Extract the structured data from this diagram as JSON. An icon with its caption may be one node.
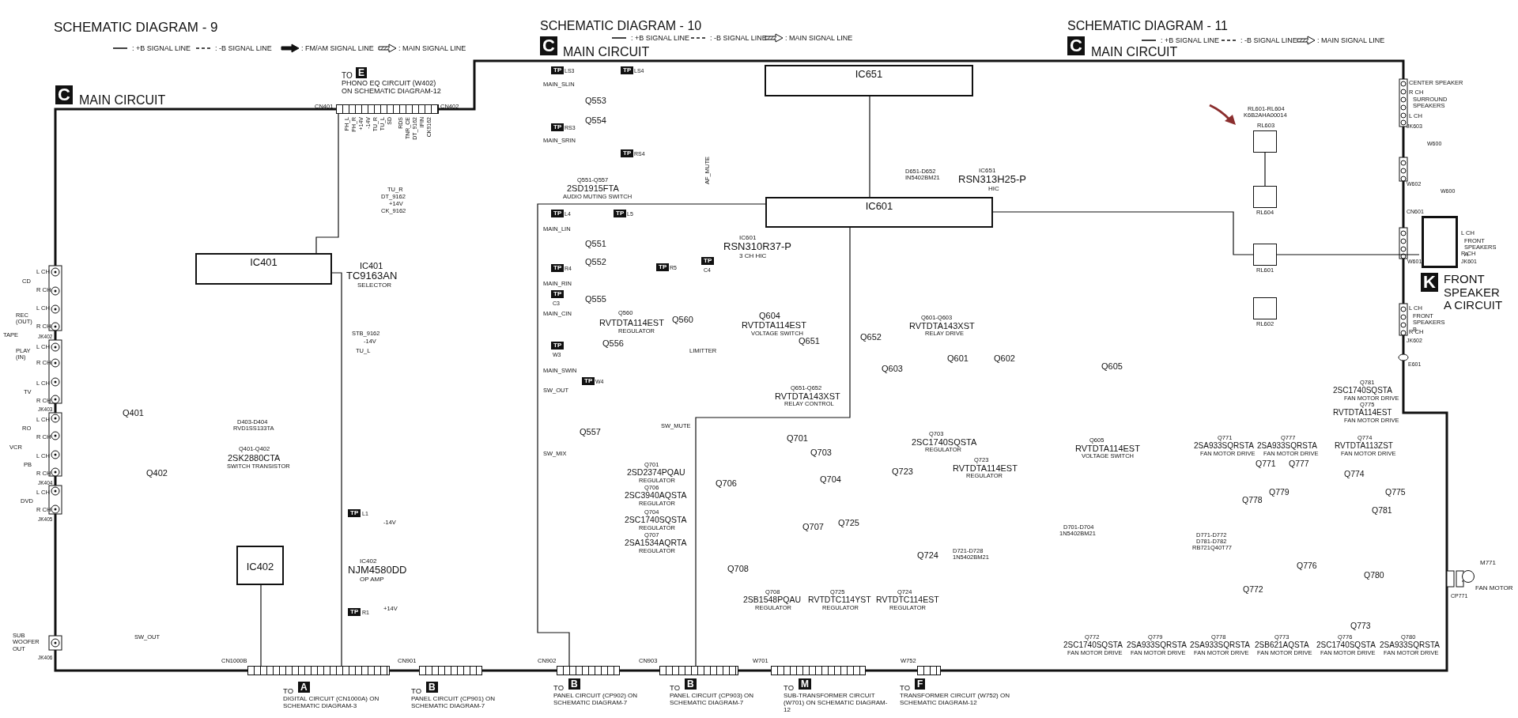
{
  "diagram": {
    "nodes": [
      {
        "text": [
          "IC401"
        ],
        "beside": [
          "IC401",
          "TC9163AN",
          "SELECTOR"
        ]
      },
      {
        "text": [
          "IC402"
        ],
        "beside": [
          "IC402",
          "NJM4580DD",
          "OP AMP"
        ]
      },
      {
        "text": [
          "IC651"
        ],
        "beside": [
          "IC651",
          "RSN313H25-P",
          "HIC"
        ]
      },
      {
        "text": [
          "IC601"
        ],
        "beside": [
          "IC601",
          "RSN310R37-P",
          "3 CH HIC"
        ]
      },
      {
        "text": [],
        "shape": "bar",
        "beside": [
          "CN401",
          "CN402",
          "PHONO EQ CIRCUIT (W402) ON SCHEMATIC DIAGRAM-12",
          "PH_L",
          "PH_R",
          "+14V",
          "-14V",
          "TU_R",
          "TU_L",
          "SD",
          "RDS",
          "TNR_CE",
          "DT_9162",
          "IFIN",
          "CK9162"
        ]
      },
      {
        "text": [],
        "shape": "bar",
        "beside": [
          "CN1000B",
          "DIGITAL CIRCUIT (CN1000A) ON SCHEMATIC DIAGRAM-3"
        ]
      },
      {
        "text": [],
        "shape": "bar",
        "beside": [
          "CN901",
          "PANEL CIRCUIT (CP901) ON SCHEMATIC DIAGRAM-7"
        ]
      },
      {
        "text": [],
        "shape": "bar",
        "beside": [
          "CN902",
          "PANEL CIRCUIT (CP902) ON SCHEMATIC DIAGRAM-7"
        ]
      },
      {
        "text": [],
        "shape": "bar",
        "beside": [
          "CN903",
          "PANEL CIRCUIT (CP903) ON SCHEMATIC DIAGRAM-7"
        ]
      },
      {
        "text": [],
        "shape": "bar",
        "beside": [
          "W701",
          "SUB-TRANSFORMER CIRCUIT (W701) ON SCHEMATIC DIAGRAM-12"
        ]
      },
      {
        "text": [],
        "shape": "bar",
        "beside": [
          "W752",
          "TRANSFORMER CIRCUIT (W752) ON SCHEMATIC DIAGRAM-12"
        ]
      },
      {
        "text": [],
        "shape": "box",
        "beside": [
          "RL603",
          "RL601-RL604",
          "K6B2AHA00014"
        ]
      },
      {
        "text": [],
        "shape": "box",
        "beside": [
          "RL604"
        ]
      },
      {
        "text": [],
        "shape": "box",
        "beside": [
          "RL601"
        ]
      },
      {
        "text": [],
        "shape": "box",
        "beside": [
          "RL602"
        ]
      },
      {
        "text": [
          "FRONT SPEAKER A CIRCUIT"
        ]
      },
      {
        "text": [],
        "shape": "circle",
        "beside": [
          "M771",
          "FAN MOTOR",
          "CP771"
        ]
      }
    ],
    "edges": [
      {
        "from": 4,
        "to": 0,
        "arrow": "none"
      },
      {
        "from": 1,
        "to": 5,
        "arrow": "none"
      },
      {
        "from": 0,
        "to": 5,
        "arrow": "none"
      },
      {
        "from": 3,
        "to": 7,
        "arrow": "none"
      },
      {
        "from": 3,
        "to": 8,
        "arrow": "none"
      },
      {
        "from": 2,
        "to": 3,
        "arrow": "none"
      },
      {
        "from": 11,
        "to": 12,
        "arrow": "none"
      },
      {
        "from": 13,
        "to": 15,
        "arrow": "none"
      },
      {
        "from": 3,
        "to": 13,
        "arrow": "none"
      }
    ],
    "labels": [
      "SCHEMATIC DIAGRAM - 9",
      "C",
      "MAIN CIRCUIT",
      "TO",
      "E",
      "SCHEMATIC DIAGRAM - 10",
      "C",
      "MAIN CIRCUIT",
      "SCHEMATIC DIAGRAM - 11",
      "C",
      "MAIN CIRCUIT",
      "TU_R",
      "DT_9162",
      "+14V",
      "CK_9162",
      "STB_9162",
      "-14V",
      "TU_L",
      "CD",
      "L CH",
      "R CH",
      "REC (OUT)",
      "L CH",
      "R CH",
      "TAPE",
      "JK402",
      "PLAY (IN)",
      "L CH",
      "R CH",
      "TV",
      "L CH",
      "R CH",
      "JK403",
      "RO",
      "L CH",
      "R CH",
      "VCR",
      "PB",
      "L CH",
      "R CH",
      "JK404",
      "DVD",
      "L CH",
      "R CH",
      "JK405",
      "SUB WOOFER OUT",
      "JK406",
      "Q401",
      "Q402",
      "D403-D404",
      "RVD1SS133TA",
      "Q401-Q402",
      "2SK2880CTA",
      "SWITCH TRANSISTOR",
      "SW_OUT",
      "TP",
      "L1",
      "TP",
      "R1",
      "TP",
      "LS3",
      "TP",
      "LS4",
      "MAIN_SLIN",
      "Q553",
      "Q554",
      "TP",
      "RS3",
      "MAIN_SRIN",
      "TP",
      "RS4",
      "Q551-Q557",
      "2SD1915FTA",
      "AUDIO MUTING SWITCH",
      "AF_MUTE",
      "TP",
      "L4",
      "TP",
      "L5",
      "MAIN_LIN",
      "Q551",
      "Q552",
      "TP",
      "R4",
      "MAIN_RIN",
      "TP",
      "C3",
      "Q555",
      "MAIN_CIN",
      "TP",
      "R5",
      "TP",
      "C4",
      "Q560",
      "RVTDTA114EST",
      "REGULATOR",
      "Q560",
      "Q556",
      "TP",
      "W3",
      "LIMITTER",
      "MAIN_SWIN",
      "TP",
      "W4",
      "SW_OUT",
      "Q557",
      "SW_MUTE",
      "SW_MIX",
      "Q701",
      "2SD2374PQAU",
      "REGULATOR",
      "Q706",
      "2SC3940AQSTA",
      "REGULATOR",
      "Q704",
      "2SC1740SQSTA",
      "REGULATOR",
      "Q707",
      "2SA1534AQRTA",
      "REGULATOR",
      "Q604",
      "RVTDTA114EST",
      "VOLTAGE SWITCH",
      "Q651",
      "Q652",
      "Q601-Q603",
      "RVTDTA143XST",
      "RELAY DRIVE",
      "Q603",
      "Q601",
      "Q602",
      "Q651-Q652",
      "RVTDTA143XST",
      "RELAY CONTROL",
      "D651-D652",
      "IN5402BM21",
      "Q701",
      "Q703",
      "Q704",
      "Q706",
      "Q707",
      "Q725",
      "Q723",
      "Q708",
      "Q724",
      "Q703",
      "2SC1740SQSTA",
      "REGULATOR",
      "Q723",
      "RVTDTA114EST",
      "REGULATOR",
      "D721-D728",
      "1N5402BM21",
      "Q708",
      "2SB1548PQAU",
      "REGULATOR",
      "Q725",
      "RVTDTC114YST",
      "REGULATOR",
      "Q724",
      "RVTDTC114EST",
      "REGULATOR",
      "CENTER SPEAKER",
      "R CH",
      "SURROUND SPEAKERS",
      "L CH",
      "JK603",
      "W600",
      "W602",
      "W600",
      "CN601",
      "W601",
      "L CH",
      "FRONT SPEAKERS A",
      "R CH",
      "JK601",
      "K",
      "L CH",
      "FRONT SPEAKERS B",
      "R CH",
      "JK602",
      "E601",
      "Q605",
      "Q605",
      "RVTDTA114EST",
      "VOLTAGE SWITCH",
      "D701-D704",
      "1N5402BM21",
      "Q781",
      "2SC1740SQSTA",
      "FAN MOTOR DRIVE",
      "Q775",
      "RVTDTA114EST",
      "FAN MOTOR DRIVE",
      "Q771",
      "2SA933SQRSTA",
      "FAN MOTOR DRIVE",
      "Q777",
      "2SA933SQRSTA",
      "FAN MOTOR DRIVE",
      "Q774",
      "RVTDTA113ZST",
      "FAN MOTOR DRIVE",
      "Q771",
      "Q777",
      "Q774",
      "Q779",
      "Q778",
      "Q775",
      "Q781",
      "D771-D772",
      "D781-D782",
      "RB721Q40T77",
      "Q776",
      "Q772",
      "Q780",
      "Q773",
      "Q772",
      "2SC1740SQSTA",
      "FAN MOTOR DRIVE",
      "Q779",
      "2SA933SQRSTA",
      "FAN MOTOR DRIVE",
      "Q778",
      "2SA933SQRSTA",
      "FAN MOTOR DRIVE",
      "Q773",
      "2SB621AQSTA",
      "FAN MOTOR DRIVE",
      "Q776",
      "2SC1740SQSTA",
      "FAN MOTOR DRIVE",
      "Q780",
      "2SA933SQRSTA",
      "FAN MOTOR DRIVE",
      "TO",
      "A",
      "TO",
      "B",
      "TO",
      "B",
      "TO",
      "B",
      "TO",
      "M",
      "TO",
      "F",
      "-14V",
      "+14V"
    ],
    "legend": [
      {
        "text": ": +B SIGNAL LINE"
      },
      {
        "text": ": -B SIGNAL LINE"
      },
      {
        "text": ": FM/AM SIGNAL LINE"
      },
      {
        "text": ": MAIN SIGNAL LINE"
      },
      {
        "text": ": +B SIGNAL LINE"
      },
      {
        "text": ": -B SIGNAL LINE"
      },
      {
        "text": ": MAIN SIGNAL LINE"
      },
      {
        "text": ": +B SIGNAL LINE"
      },
      {
        "text": ": -B SIGNAL LINE"
      },
      {
        "text": ": MAIN SIGNAL LINE"
      }
    ]
  }
}
